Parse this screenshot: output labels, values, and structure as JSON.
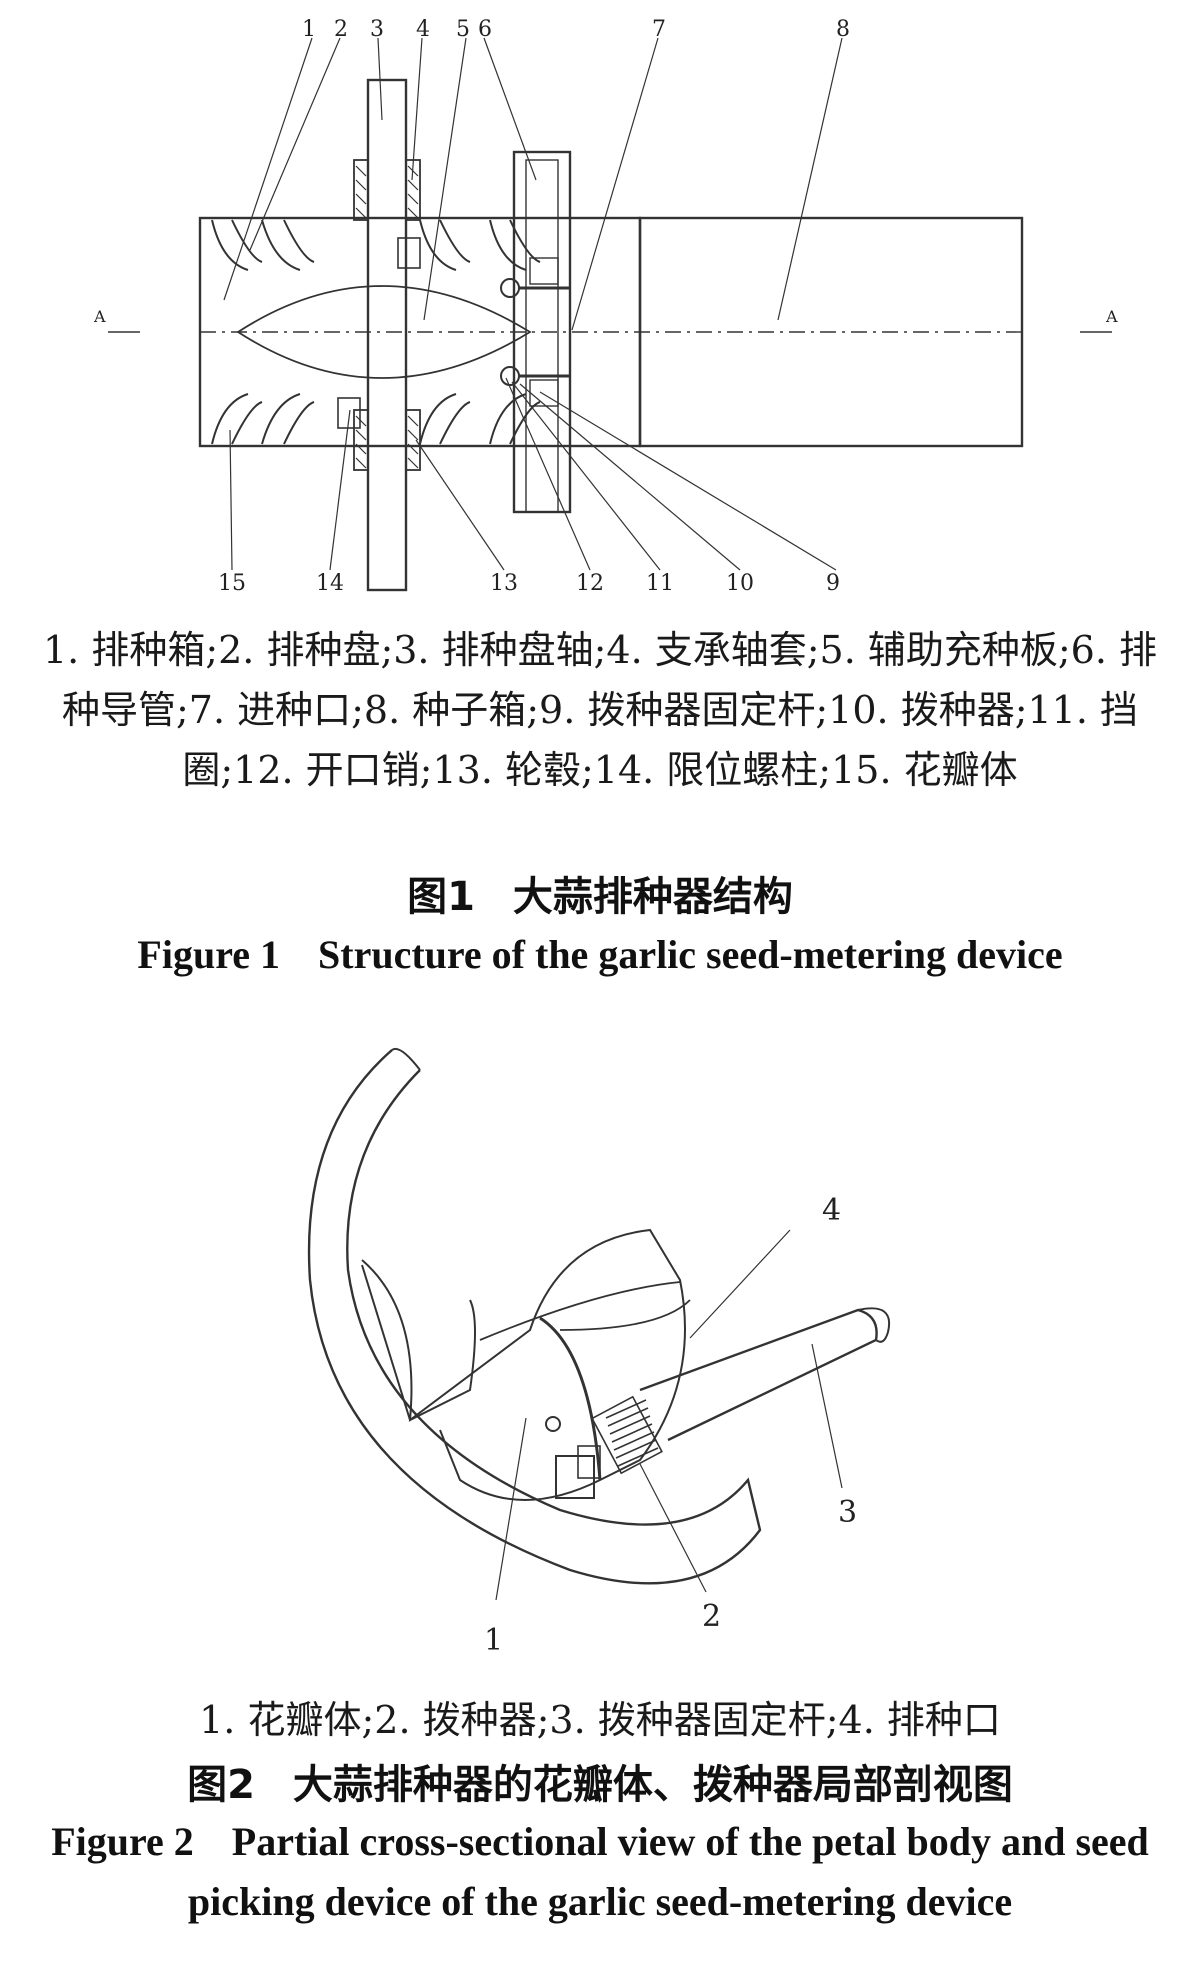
{
  "figure1": {
    "drawing_labels": [
      "1",
      "2",
      "3",
      "4",
      "5",
      "6",
      "7",
      "8",
      "9",
      "10",
      "11",
      "12",
      "13",
      "14",
      "15"
    ],
    "section_mark": "A",
    "legend": "1. 排种箱;2. 排种盘;3. 排种盘轴;4. 支承轴套;5. 辅助充种板;6. 排种导管;7. 进种口;8. 种子箱;9. 拨种器固定杆;10. 拨种器;11. 挡圈;12. 开口销;13. 轮毂;14. 限位螺柱;15. 花瓣体",
    "caption_zh_number": "图1",
    "caption_zh_title": "大蒜排种器结构",
    "caption_en_number": "Figure 1",
    "caption_en_title": "Structure of the garlic seed-metering device"
  },
  "figure2": {
    "drawing_labels": [
      "1",
      "2",
      "3",
      "4"
    ],
    "legend": "1. 花瓣体;2. 拨种器;3. 拨种器固定杆;4. 排种口",
    "caption_zh_number": "图2",
    "caption_zh_title": "大蒜排种器的花瓣体、拨种器局部剖视图",
    "caption_en_number": "Figure 2",
    "caption_en_title": "Partial cross-sectional view of the petal body and seed picking device of the garlic seed-metering device"
  }
}
